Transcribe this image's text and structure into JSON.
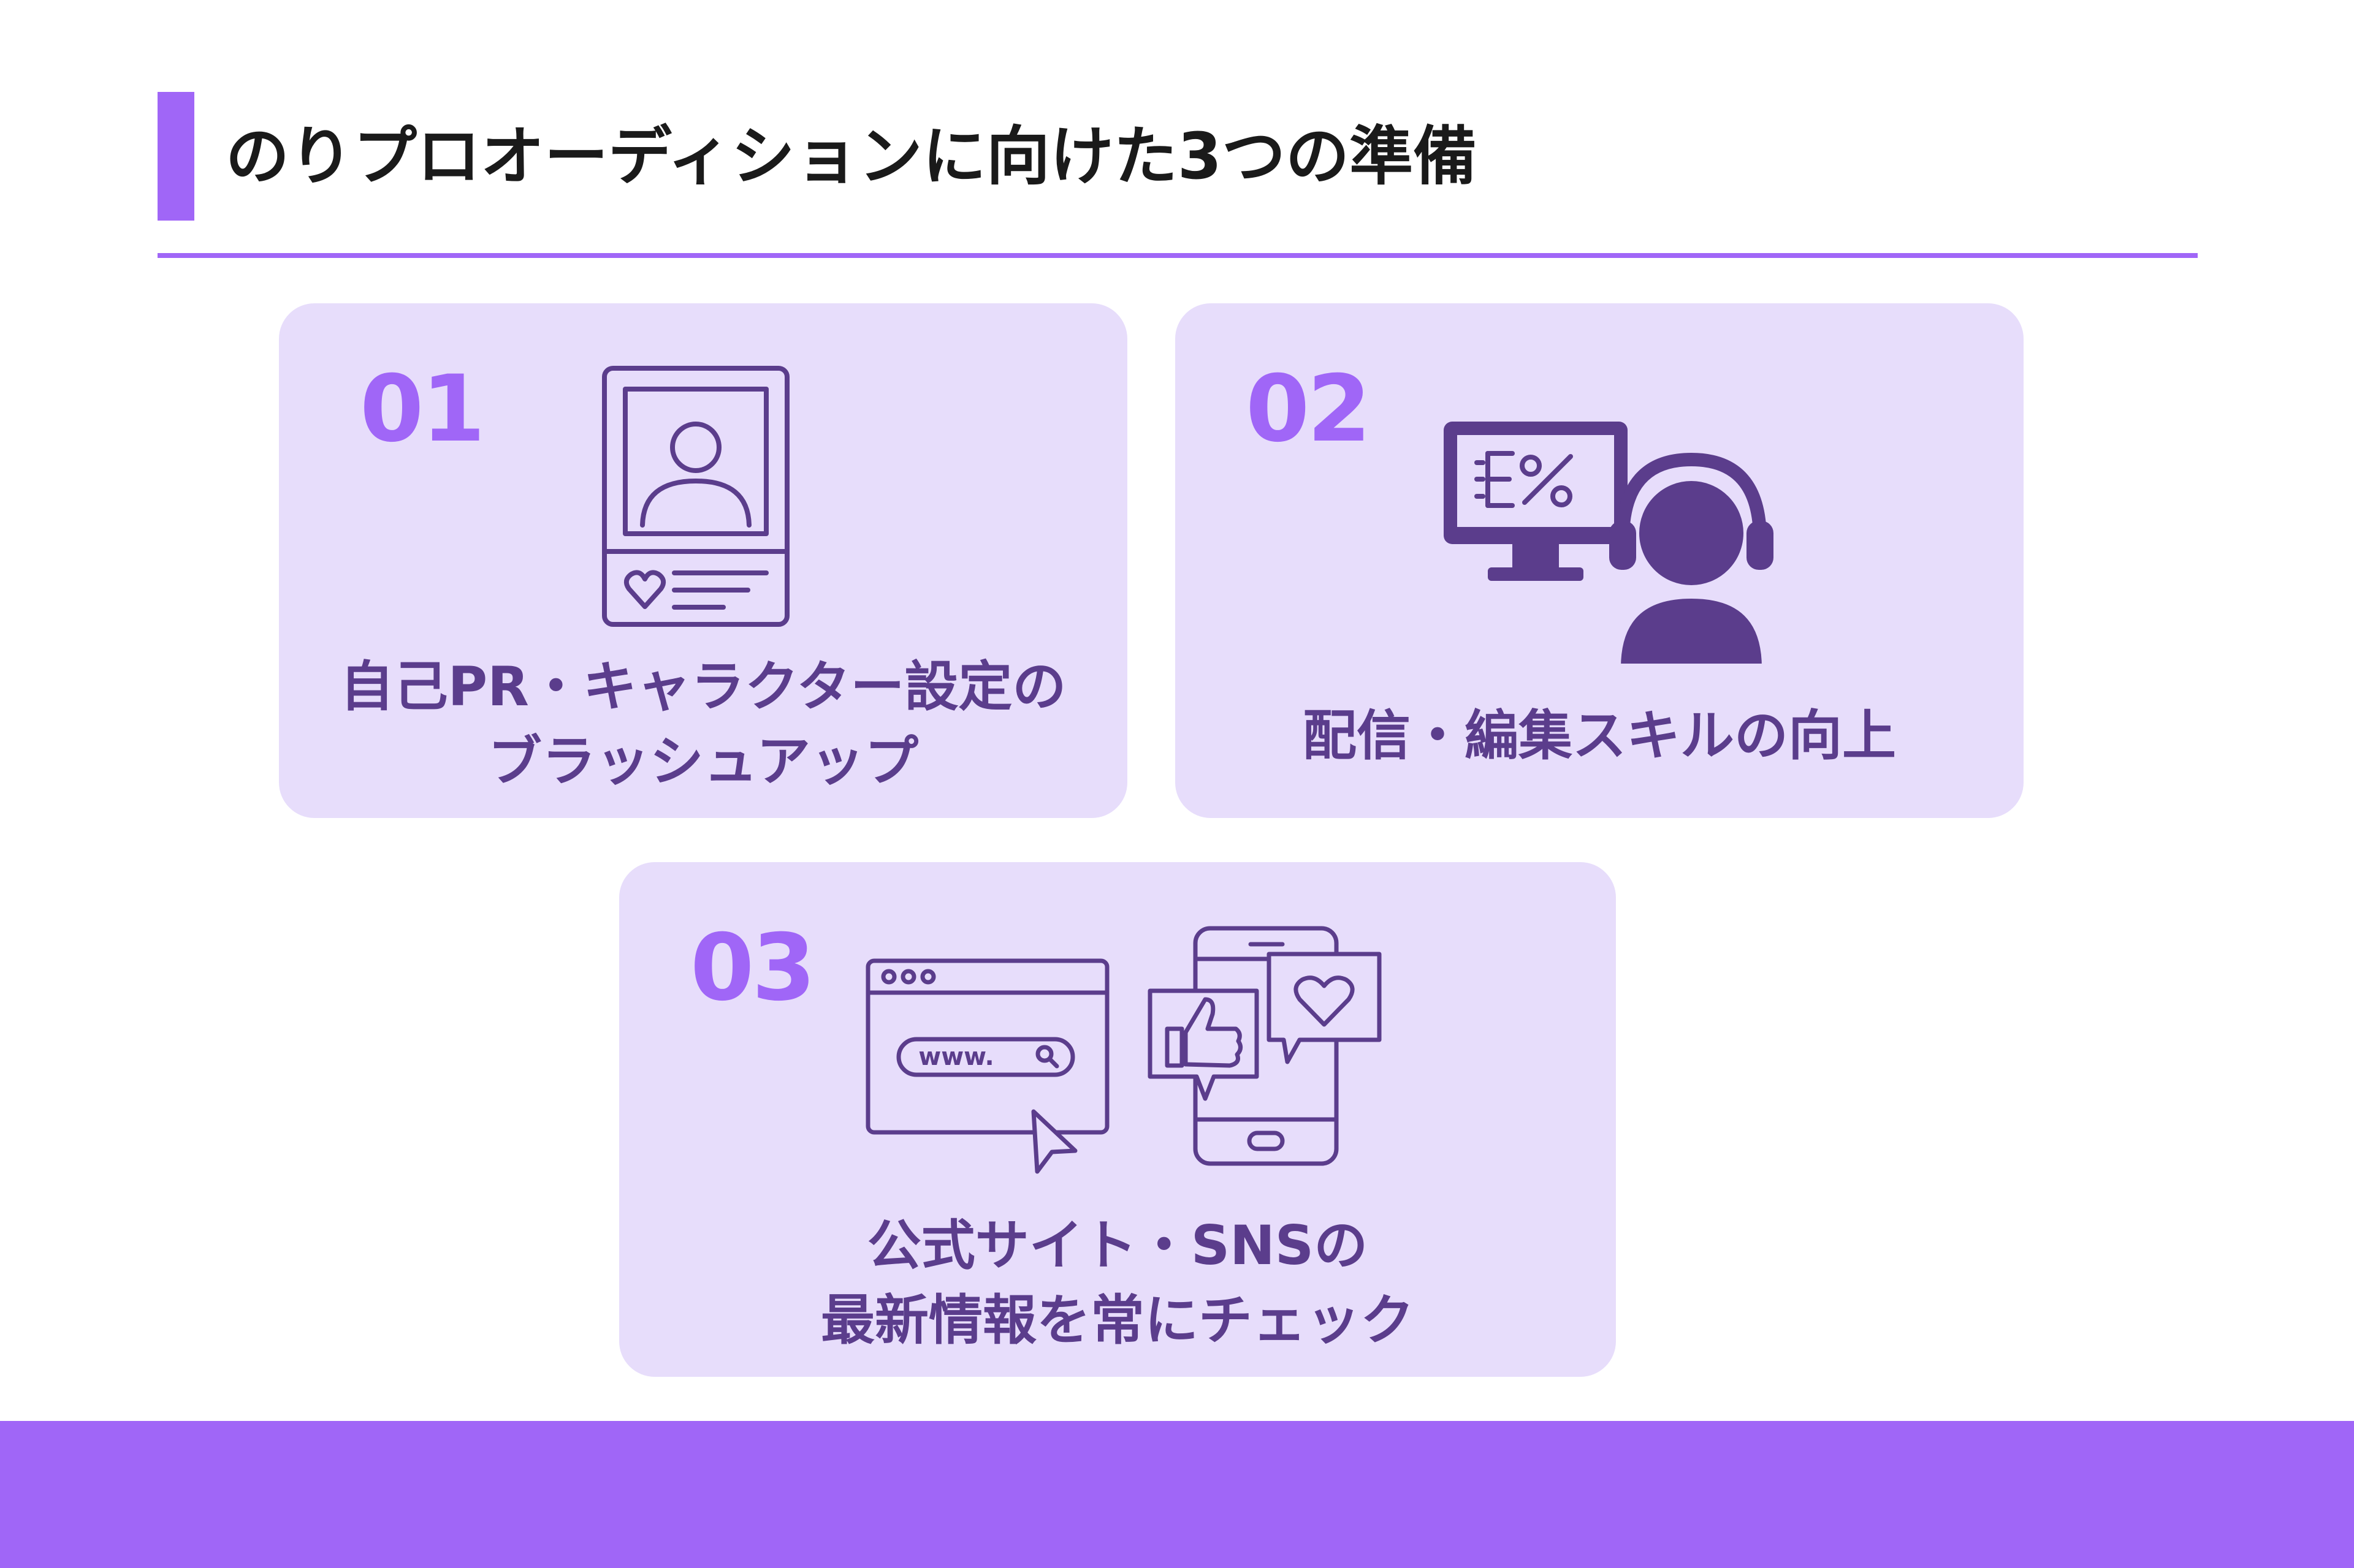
{
  "header": {
    "title": "のりプロオーディションに向けた3つの準備"
  },
  "cards": [
    {
      "number": "01",
      "icon": "profile-card-icon",
      "lines": [
        "自己PR・キャラクター設定の",
        "ブラッシュアップ"
      ]
    },
    {
      "number": "02",
      "icon": "streamer-editing-icon",
      "lines": [
        "配信・編集スキルの向上"
      ]
    },
    {
      "number": "03",
      "icon_left": "web-browser-icon",
      "icon_left_text": "www.",
      "icon_right": "smartphone-social-icon",
      "lines": [
        "公式サイト・SNSの",
        "最新情報を常にチェック"
      ]
    }
  ],
  "colors": {
    "accent": "#a066f7",
    "card_bg": "#e7ddfb",
    "card_text": "#5b3d8c",
    "icon_stroke": "#5b3d8c"
  }
}
